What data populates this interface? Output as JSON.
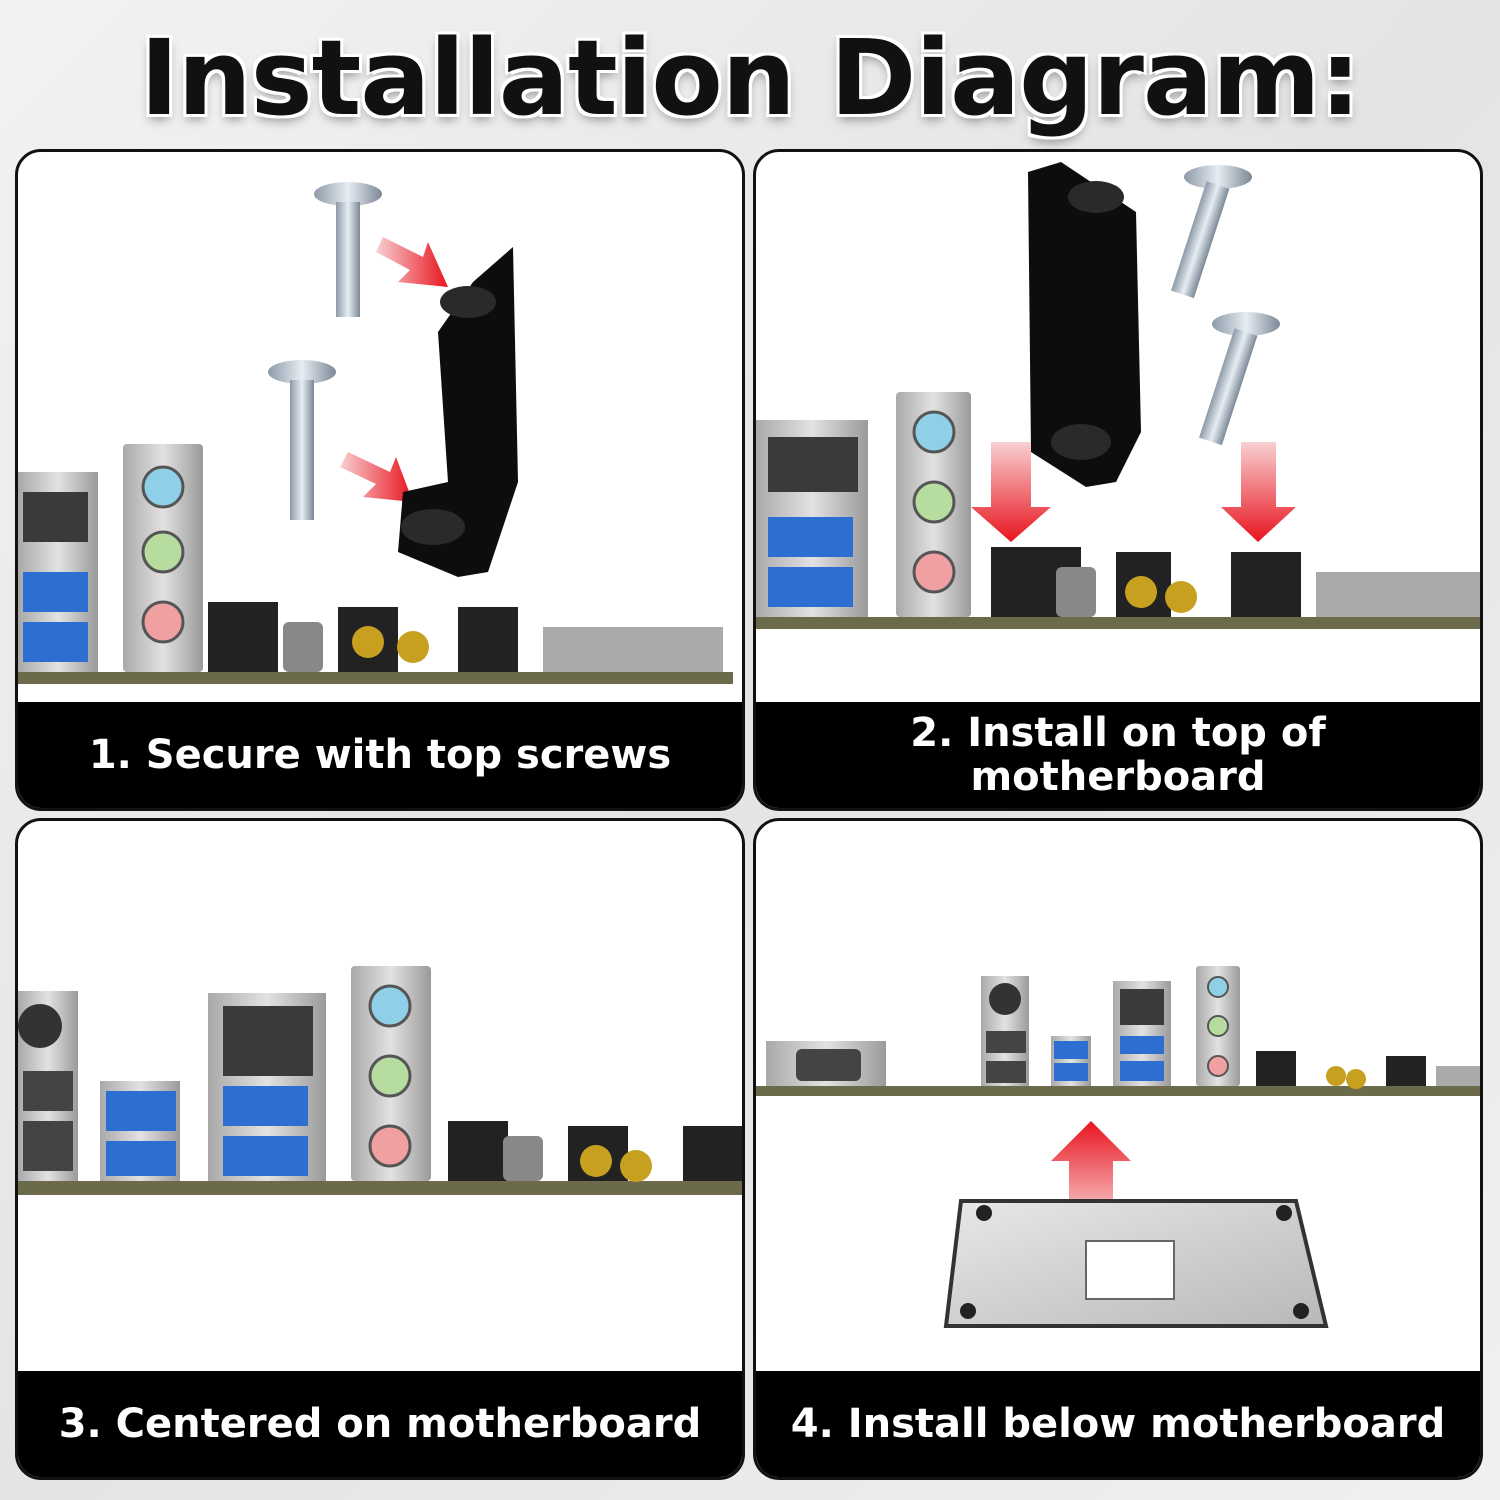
{
  "title": "Installation Diagram:",
  "steps": [
    {
      "caption": "1. Secure with top screws"
    },
    {
      "caption": "2. Install on top of motherboard"
    },
    {
      "caption": "3. Centered on motherboard"
    },
    {
      "caption": "4. Install below motherboard"
    }
  ],
  "colors": {
    "arrow": "#e8141e",
    "bracket": "#0d0d0d",
    "caption_bg": "#000000",
    "pcb": "#6b6a4a",
    "usb": "#2d6fd0",
    "jack_blue": "#8fd0e8",
    "jack_green": "#b6dca0",
    "jack_pink": "#f0a0a0"
  }
}
